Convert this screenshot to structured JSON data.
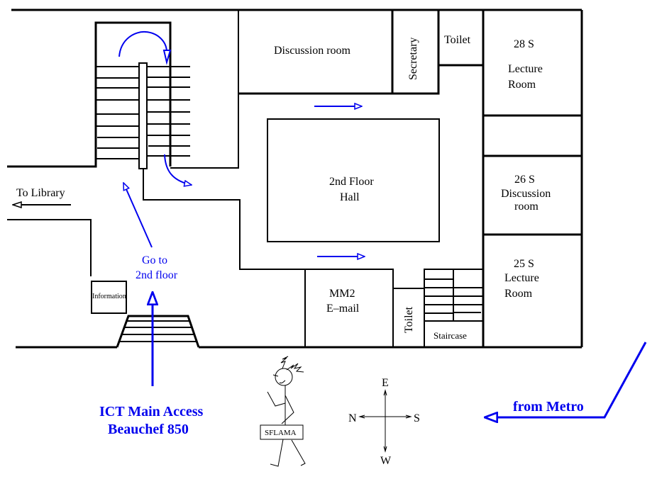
{
  "map": {
    "colors": {
      "walls": "#000000",
      "route": "#0000ee",
      "background": "#ffffff"
    },
    "rooms": {
      "discussion_room": "Discussion room",
      "secretary": "Secretary",
      "toilet_top": "Toilet",
      "room_28s": {
        "number": "28 S",
        "line1": "Lecture",
        "line2": "Room"
      },
      "hall": {
        "line1": "2nd Floor",
        "line2": "Hall"
      },
      "room_26s": {
        "number": "26 S",
        "line1": "Discussion",
        "line2": "room"
      },
      "room_25s": {
        "number": "25 S",
        "line1": "Lecture",
        "line2": "Room"
      },
      "mm2": {
        "line1": "MM2",
        "line2": "E–mail"
      },
      "toilet_bottom": "Toilet",
      "staircase": "Staircase",
      "information": "Information"
    },
    "directions": {
      "to_library": "To Library",
      "go_to_2nd_floor": {
        "line1": "Go to",
        "line2": "2nd floor"
      },
      "main_access": {
        "line1": "ICT Main Access",
        "line2": "Beauchef 850"
      },
      "from_metro": "from Metro"
    },
    "compass": {
      "north": "N",
      "south": "S",
      "east": "E",
      "west": "W"
    },
    "figure": {
      "sign": "SFLAMA"
    }
  }
}
